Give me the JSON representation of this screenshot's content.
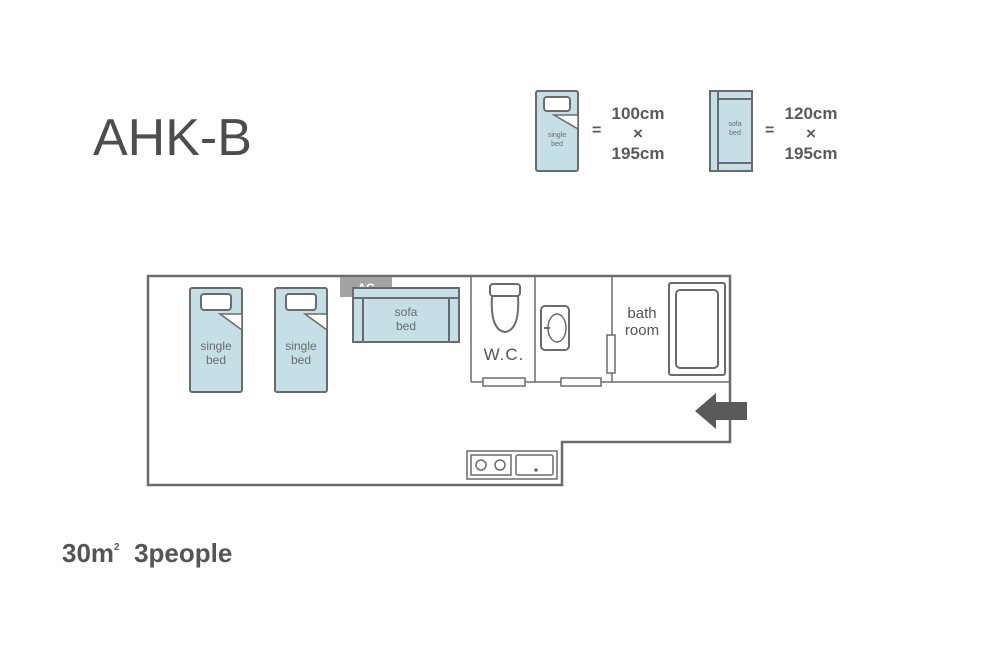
{
  "plan": {
    "title": "AHK-B",
    "legend": {
      "single_bed": {
        "label_line1": "single",
        "label_line2": "bed",
        "equals": "=",
        "width": "100cm",
        "times": "×",
        "length": "195cm"
      },
      "sofa_bed": {
        "label_line1": "sofa",
        "label_line2": "bed",
        "equals": "=",
        "width": "120cm",
        "times": "×",
        "length": "195cm"
      }
    },
    "rooms": {
      "single_bed_label_line1": "single",
      "single_bed_label_line2": "bed",
      "sofa_bed_label_line1": "sofa",
      "sofa_bed_label_line2": "bed",
      "ac_label": "AC",
      "wc_label": "W.C.",
      "bathroom_line1": "bath",
      "bathroom_line2": "room"
    },
    "colors": {
      "furniture_fill": "#c4dfe6",
      "wall_stroke": "#6b6b6b",
      "ac_fill": "#a3a3a3",
      "arrow_fill": "#5a5a5a"
    },
    "footer": {
      "area": "30",
      "area_unit": "m",
      "area_sup": "2",
      "occupancy": "3people"
    }
  }
}
